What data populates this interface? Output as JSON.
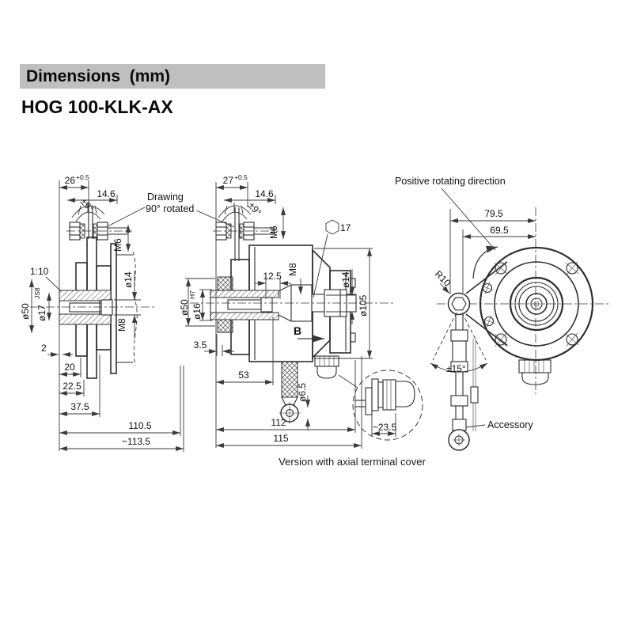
{
  "header": {
    "bar_title": "Dimensions  (mm)",
    "model": "HOG 100-KLK-AX"
  },
  "note": {
    "line1": "Drawing",
    "line2": "90° rotated"
  },
  "caption": "Version with axial terminal cover",
  "left_view": {
    "d26": "26",
    "d26_tol": "+0.5",
    "d14_6": "14.6",
    "ang9": "±9°",
    "m6": "M6",
    "taper": "1:10",
    "dia50": "ø50",
    "dia17": "ø17",
    "dia17_fit": "JS8",
    "dia14": "ø14",
    "m8": "M8",
    "d2": "2",
    "d20": "20",
    "d22_5": "22.5",
    "d37_5": "37.5",
    "d110_5": "110.5",
    "d113_5": "~113.5"
  },
  "middle_view": {
    "d27": "27",
    "d27_tol": "+0.5",
    "d14_6": "14.6",
    "ang9": "±9°",
    "m6": "M6",
    "hex17": "17",
    "m8": "M8",
    "d12_5": "12.5",
    "dia14": "ø14",
    "dia105": "ø105",
    "dia50": "ø50",
    "dia16": "ø16",
    "dia16_fit": "H7",
    "d3_5": "3.5",
    "b_view": "B",
    "d53": "53",
    "dia6_5": "ø6.5",
    "d112": "112",
    "d115": "115",
    "d23_5": "~23.5"
  },
  "right_view": {
    "title": "Positive rotating direction",
    "d79_5": "79.5",
    "d69_5": "69.5",
    "r10": "R10",
    "pm15": "±15°",
    "accessory": "Accessory"
  }
}
